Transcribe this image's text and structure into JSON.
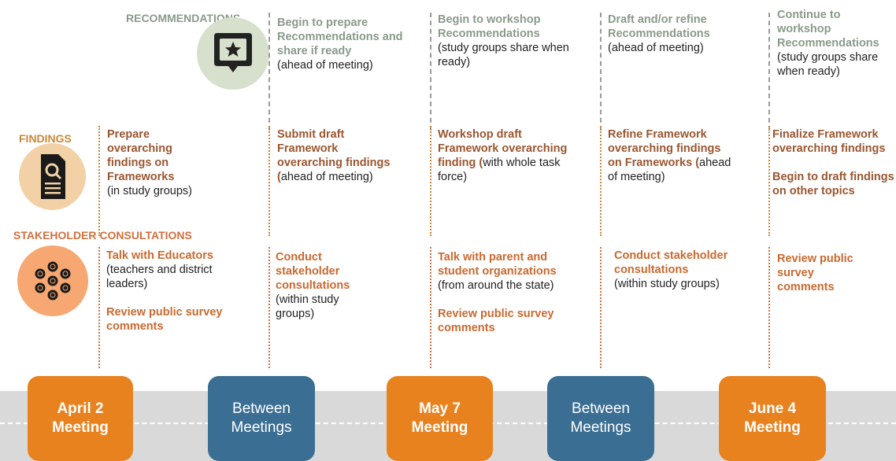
{
  "labels": {
    "recommendations": "RECOMMENDATIONS",
    "findings": "FINDINGS",
    "stakeholder": "STAKEHOLDER CONSULTATIONS"
  },
  "icons": {
    "recommendations": "star-speech-bubble-icon",
    "findings": "magnifier-document-icon",
    "stakeholder": "people-network-icon"
  },
  "colors": {
    "meeting": "#e8821e",
    "between": "#3a6e93",
    "recommendations_text": "#8a9a8a",
    "findings_text": "#9a5630",
    "stakeholder_text": "#c9692f",
    "recommendations_circle": "#d6e0cc",
    "findings_circle": "#f3d1a6",
    "stakeholder_circle": "#f7a872"
  },
  "recommendations": {
    "c2": {
      "bold": "Begin to prepare Recommendations and share if ready",
      "normal": "(ahead of meeting)"
    },
    "c3": {
      "bold": "Begin to workshop Recommendations",
      "normal": "(study groups share when ready)"
    },
    "c4": {
      "bold": "Draft and/or refine Recommendations",
      "normal": "(ahead of meeting)"
    },
    "c5": {
      "bold": "Continue to workshop Recommendations",
      "normal": "(study groups share when ready)"
    }
  },
  "findings": {
    "c1": {
      "bold": "Prepare overarching findings on Frameworks",
      "normal": "(in study groups)"
    },
    "c2": {
      "bold": "Submit draft Framework overarching findings",
      "bold2": "(",
      "normal": "ahead of meeting)"
    },
    "c3": {
      "bold": "Workshop draft Framework overarching finding",
      "bold2": "(",
      "normal": "with whole task force)"
    },
    "c4": {
      "bold": "Refine Framework overarching findings on Frameworks",
      "bold2": "(",
      "normal": "ahead of meeting)"
    },
    "c5": {
      "line1": "Finalize Framework overarching findings",
      "line2": "Begin to draft findings on other topics"
    }
  },
  "stakeholder": {
    "c1": {
      "bold": "Talk with Educators",
      "normal": "(teachers and district leaders)",
      "extra": "Review public survey comments"
    },
    "c2": {
      "bold": "Conduct stakeholder consultations",
      "normal": "(within study groups)"
    },
    "c3": {
      "bold": "Talk with parent and student organizations",
      "normal": "(from around the state)",
      "extra": "Review public survey comments"
    },
    "c4": {
      "bold": "Conduct stakeholder consultations",
      "normal": "(within study groups)"
    },
    "c5": {
      "bold": "Review public survey comments"
    }
  },
  "timeline": [
    {
      "line1": "April 2",
      "line2": "Meeting"
    },
    {
      "line1": "Between",
      "line2": "Meetings"
    },
    {
      "line1": "May 7",
      "line2": "Meeting"
    },
    {
      "line1": "Between",
      "line2": "Meetings"
    },
    {
      "line1": "June 4",
      "line2": "Meeting"
    }
  ]
}
